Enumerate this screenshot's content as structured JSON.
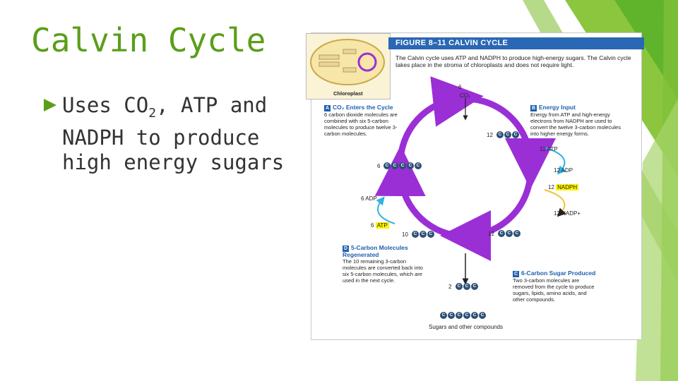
{
  "slide": {
    "title": "Calvin Cycle",
    "bullet": {
      "line1_prefix": "Uses CO",
      "line1_sub": "2",
      "line1_suffix": ", ATP and",
      "line2": "NADPH to produce",
      "line3": "high energy sugars"
    }
  },
  "colors": {
    "accent": "#5a9e1a",
    "figure_header": "#2a67b4",
    "cycle_arrow": "#9b2fd6"
  },
  "figure": {
    "header": "FIGURE 8–11  CALVIN CYCLE",
    "intro": "The Calvin cycle uses ATP and NADPH to produce high-energy sugars. The Calvin cycle takes place in the stroma of chloroplasts and does not require light.",
    "chloroplast_label": "Chloroplast",
    "step_a": {
      "letter": "A",
      "head": "CO₂ Enters the Cycle",
      "body": "6 carbon dioxide molecules are combined with six 5-carbon molecules to produce twelve 3-carbon molecules."
    },
    "step_b": {
      "letter": "B",
      "head": "Energy Input",
      "body": "Energy from ATP and high-energy electrons from NADPH are used to convert the twelve 3-carbon molecules into higher energy forms."
    },
    "step_c": {
      "letter": "C",
      "head": "6-Carbon Sugar Produced",
      "body": "Two 3-carbon molecules are removed from the cycle to produce sugars, lipids, amino acids, and other compounds."
    },
    "step_d": {
      "letter": "D",
      "head": "5-Carbon Molecules Regenerated",
      "body": "The 10 remaining 3-carbon molecules are converted back into six 5-carbon molecules, which are used in the next cycle."
    },
    "labels": {
      "co2_count": "6",
      "co2": "CO₂",
      "twelve_top": "12",
      "atp_in": "12 ATP",
      "adp_out": "12 ADP",
      "nadph_count": "12",
      "nadph": "NADPH",
      "nadp_out": "12 NADP+",
      "twelve_bottom": "12",
      "six_left": "6",
      "ten_left": "10",
      "adp_left": "6 ADP",
      "atp_left_count": "6",
      "atp_left": "ATP",
      "two_out": "2",
      "sugars": "Sugars and other compounds"
    }
  }
}
